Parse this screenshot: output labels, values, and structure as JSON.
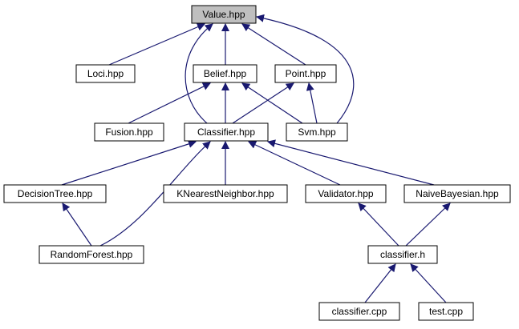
{
  "diagram": {
    "type": "include-dependency-graph",
    "colors": {
      "edge": "#191970",
      "highlight_fill": "#bfbfbf",
      "node_fill": "#ffffff",
      "node_border": "#000000"
    },
    "nodes": [
      {
        "id": "value",
        "label": "Value.hpp",
        "highlighted": true
      },
      {
        "id": "loci",
        "label": "Loci.hpp"
      },
      {
        "id": "belief",
        "label": "Belief.hpp"
      },
      {
        "id": "point",
        "label": "Point.hpp"
      },
      {
        "id": "fusion",
        "label": "Fusion.hpp"
      },
      {
        "id": "classifier",
        "label": "Classifier.hpp"
      },
      {
        "id": "svm",
        "label": "Svm.hpp"
      },
      {
        "id": "decisiontree",
        "label": "DecisionTree.hpp"
      },
      {
        "id": "knn",
        "label": "KNearestNeighbor.hpp"
      },
      {
        "id": "validator",
        "label": "Validator.hpp"
      },
      {
        "id": "naivebayesian",
        "label": "NaiveBayesian.hpp"
      },
      {
        "id": "randomforest",
        "label": "RandomForest.hpp"
      },
      {
        "id": "classifier_h",
        "label": "classifier.h"
      },
      {
        "id": "classifier_cpp",
        "label": "classifier.cpp"
      },
      {
        "id": "test_cpp",
        "label": "test.cpp"
      }
    ],
    "edges": [
      {
        "from": "loci",
        "to": "value"
      },
      {
        "from": "belief",
        "to": "value"
      },
      {
        "from": "point",
        "to": "value"
      },
      {
        "from": "classifier",
        "to": "value"
      },
      {
        "from": "svm",
        "to": "value"
      },
      {
        "from": "fusion",
        "to": "belief"
      },
      {
        "from": "classifier",
        "to": "belief"
      },
      {
        "from": "svm",
        "to": "belief"
      },
      {
        "from": "classifier",
        "to": "point"
      },
      {
        "from": "svm",
        "to": "point"
      },
      {
        "from": "decisiontree",
        "to": "classifier"
      },
      {
        "from": "knn",
        "to": "classifier"
      },
      {
        "from": "validator",
        "to": "classifier"
      },
      {
        "from": "naivebayesian",
        "to": "classifier"
      },
      {
        "from": "randomforest",
        "to": "classifier"
      },
      {
        "from": "randomforest",
        "to": "decisiontree"
      },
      {
        "from": "classifier_h",
        "to": "validator"
      },
      {
        "from": "classifier_h",
        "to": "naivebayesian"
      },
      {
        "from": "classifier_cpp",
        "to": "classifier_h"
      },
      {
        "from": "test_cpp",
        "to": "classifier_h"
      }
    ]
  }
}
